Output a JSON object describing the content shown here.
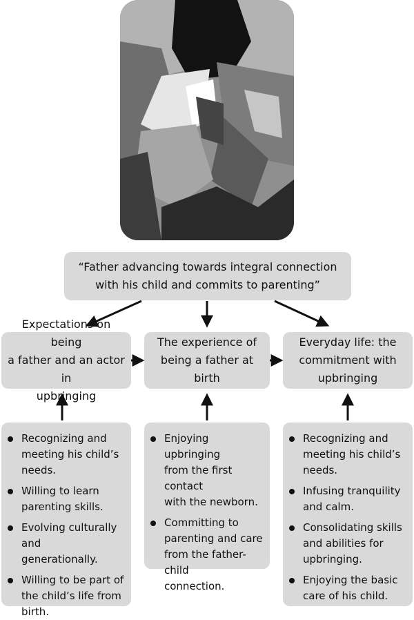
{
  "photo": {
    "icon": "father-holding-newborn-photo"
  },
  "top_box": {
    "line1": "“Father advancing towards integral connection",
    "line2": "with his child and commits to parenting”"
  },
  "stages": [
    {
      "lines": [
        "Expectations on being",
        "a father and an actor in",
        "upbringing"
      ]
    },
    {
      "lines": [
        "The experience of",
        "being a father at",
        "birth"
      ]
    },
    {
      "lines": [
        "Everyday life: the",
        "commitment with",
        "upbringing"
      ]
    }
  ],
  "lists": [
    {
      "items": [
        [
          "Recognizing and",
          "meeting his child’s",
          "needs."
        ],
        [
          "Willing to learn",
          "parenting skills."
        ],
        [
          "Evolving culturally and",
          "generationally."
        ],
        [
          "Willing to be part of",
          "the child’s life from",
          "birth."
        ]
      ]
    },
    {
      "items": [
        [
          "Enjoying upbringing",
          "from the first contact",
          "with the newborn."
        ],
        [
          "Committing to",
          "parenting and care",
          "from the father-child",
          "connection."
        ]
      ]
    },
    {
      "items": [
        [
          "Recognizing and",
          "meeting his child’s",
          "needs."
        ],
        [
          "Infusing tranquility",
          "and calm."
        ],
        [
          "Consolidating skills",
          "and abilities for",
          "upbringing."
        ],
        [
          "Enjoying the basic",
          "care of his child."
        ]
      ]
    }
  ],
  "colors": {
    "box_fill": "#d9d9d9",
    "arrow": "#111111"
  }
}
